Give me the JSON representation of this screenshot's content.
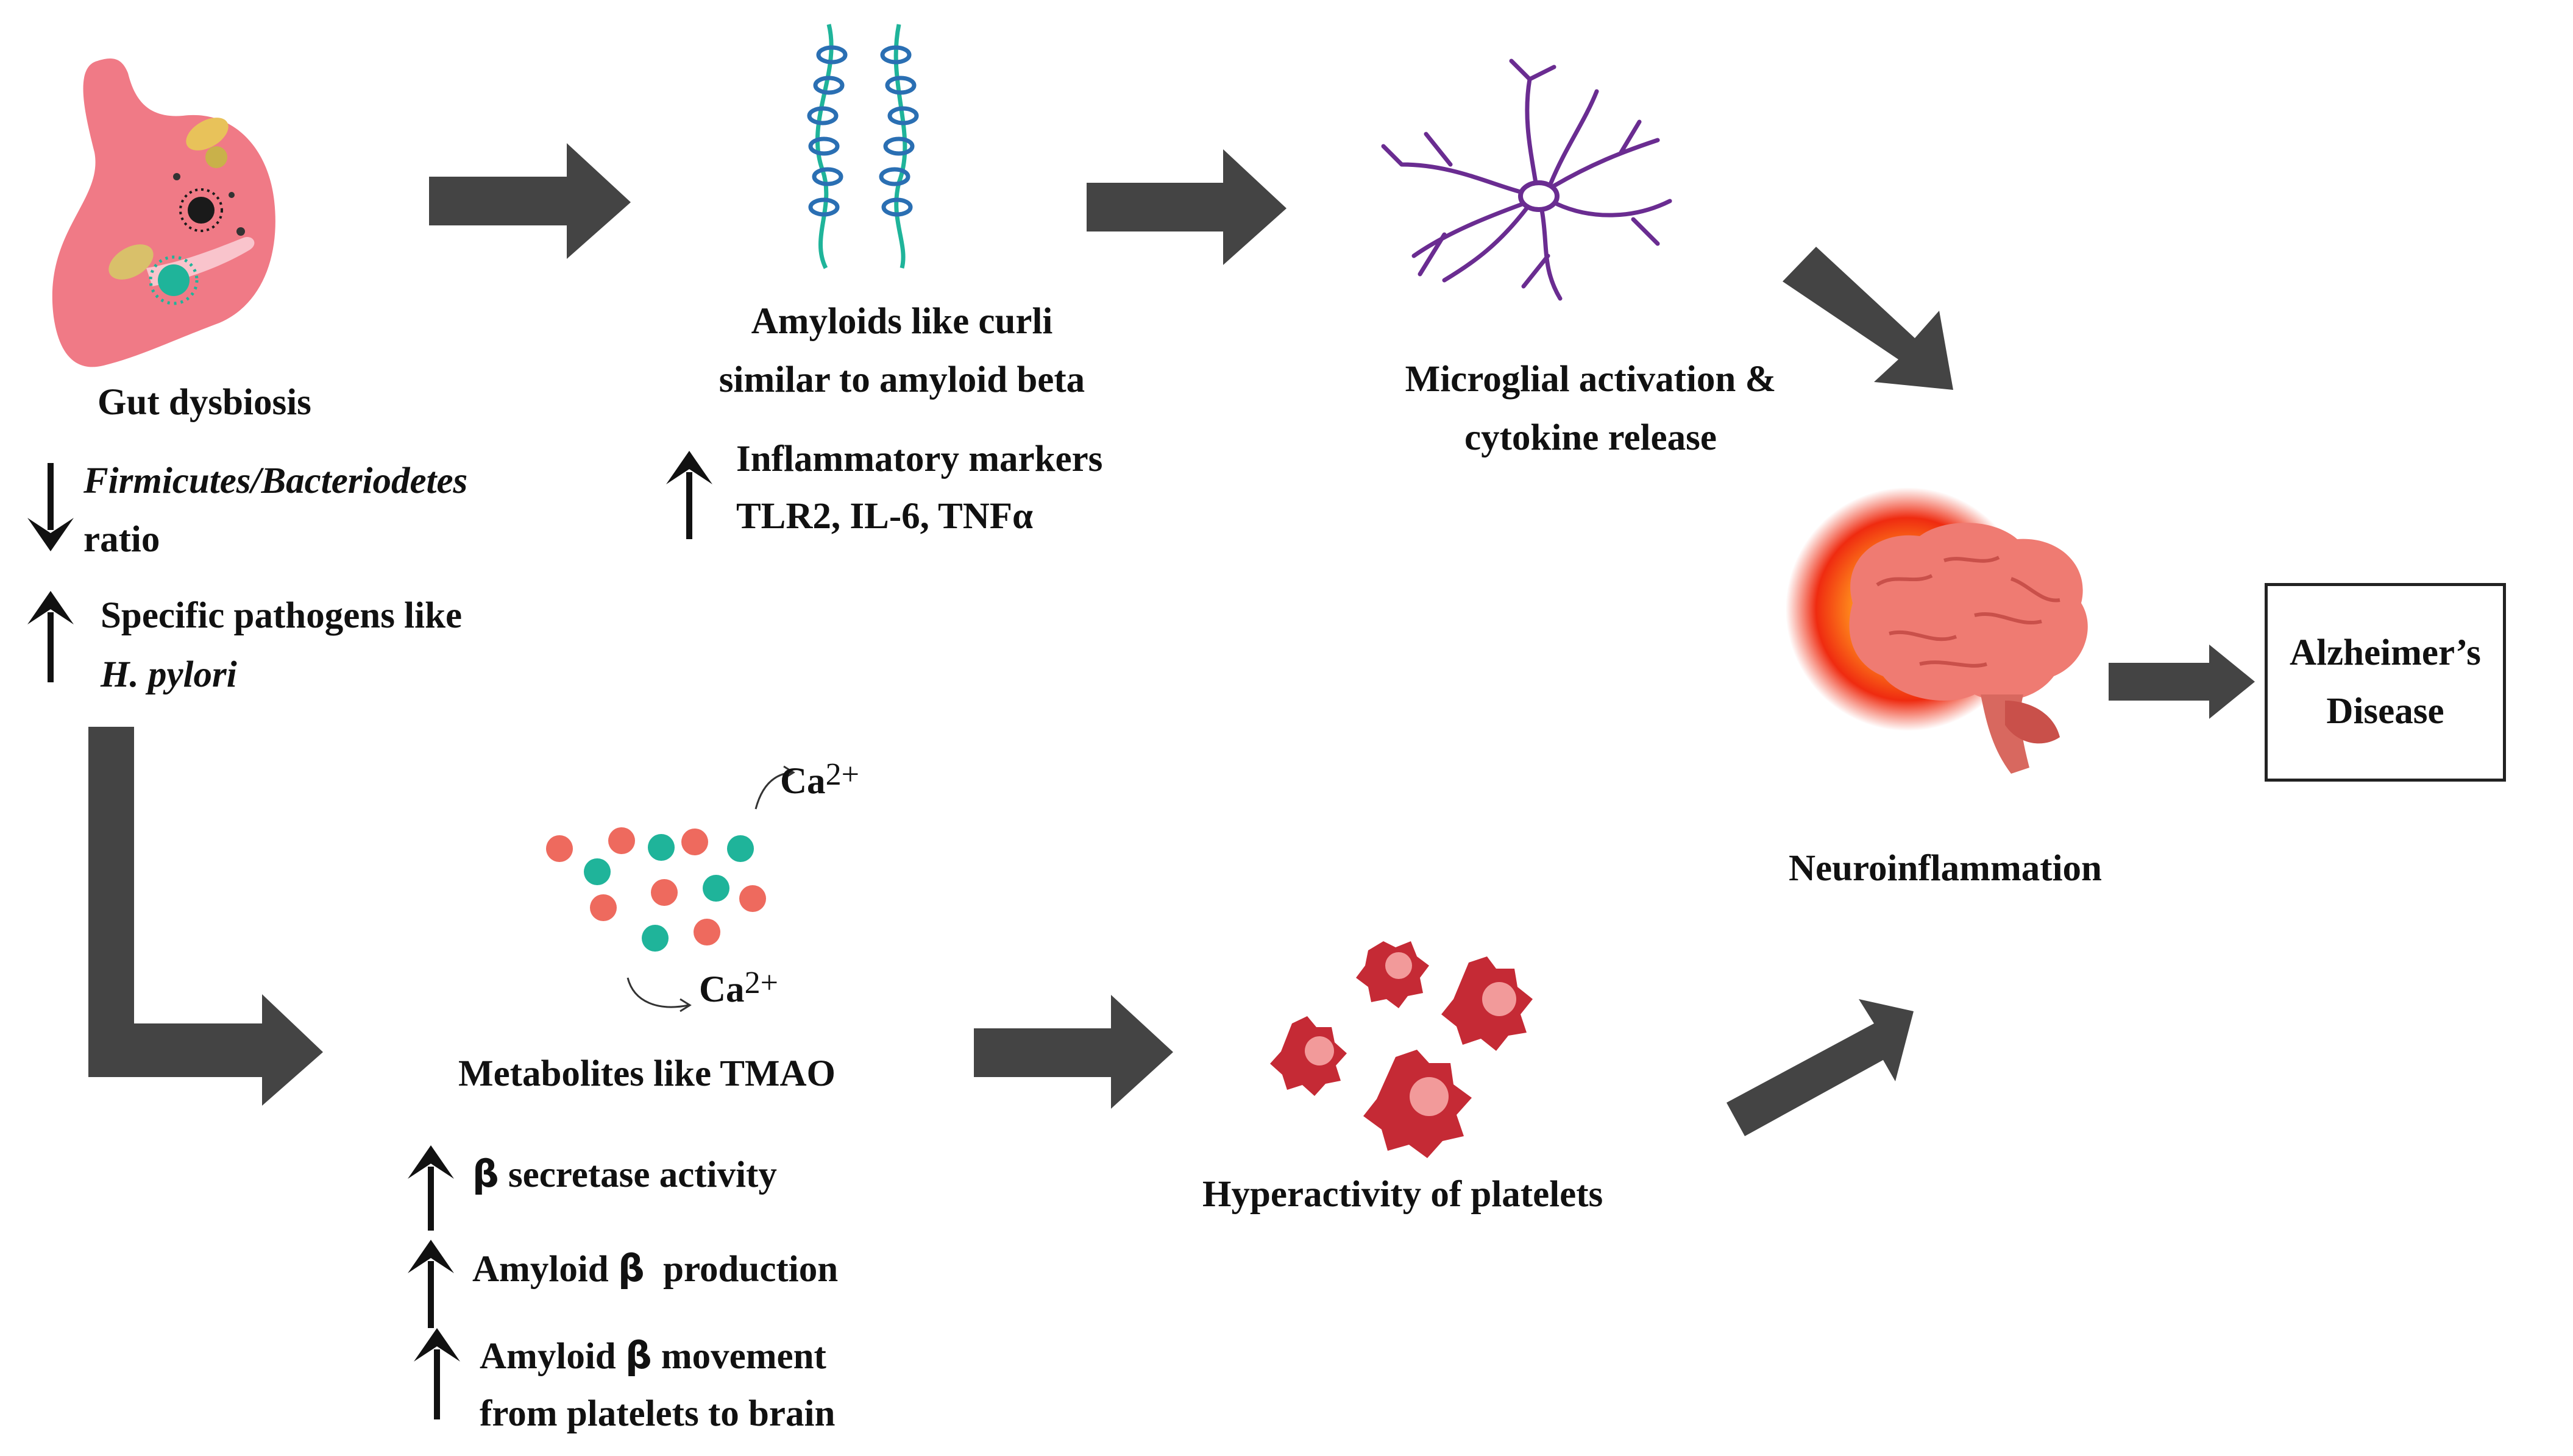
{
  "gut": {
    "title": "Gut dysbiosis",
    "ratio_line1_a": "Firmicutes",
    "ratio_line1_sep": "/",
    "ratio_line1_b": "Bacteriodetes",
    "ratio_line2": "ratio",
    "pathogens_line1": "Specific pathogens like",
    "pathogens_line2": "H. pylori"
  },
  "amyloids": {
    "title_line1": "Amyloids like curli",
    "title_line2": "similar to amyloid beta",
    "markers_line1": "Inflammatory markers",
    "markers_line2": "TLR2, IL-6, TNFα"
  },
  "microglia": {
    "title_line1": "Microglial activation &",
    "title_line2": "cytokine release"
  },
  "neuroinflammation": {
    "title": "Neuroinflammation"
  },
  "outcome": {
    "line1": "Alzheimer’s",
    "line2": "Disease"
  },
  "metabolites": {
    "title": "Metabolites like TMAO",
    "ion_symbol": "Ca",
    "ion_charge": "2+",
    "effect1_symbol": "β",
    "effect1_text": "secretase activity",
    "effect2_text": "Amyloid",
    "effect2_symbol": "β",
    "effect2_text2": "production",
    "effect3_text": "Amyloid",
    "effect3_symbol": "β",
    "effect3_text2": "movement",
    "effect3_line2": "from platelets to brain"
  },
  "platelets": {
    "title": "Hyperactivity of platelets"
  },
  "colors": {
    "flow_arrow": "#444444",
    "stomach": "#f07a86",
    "dna": "#2a6fb3",
    "neuron": "#6a2c91",
    "brain": "#ef7b72",
    "metabolite_red": "#ee6a5e",
    "metabolite_teal": "#1fb49a",
    "platelet": "#c52a35"
  }
}
